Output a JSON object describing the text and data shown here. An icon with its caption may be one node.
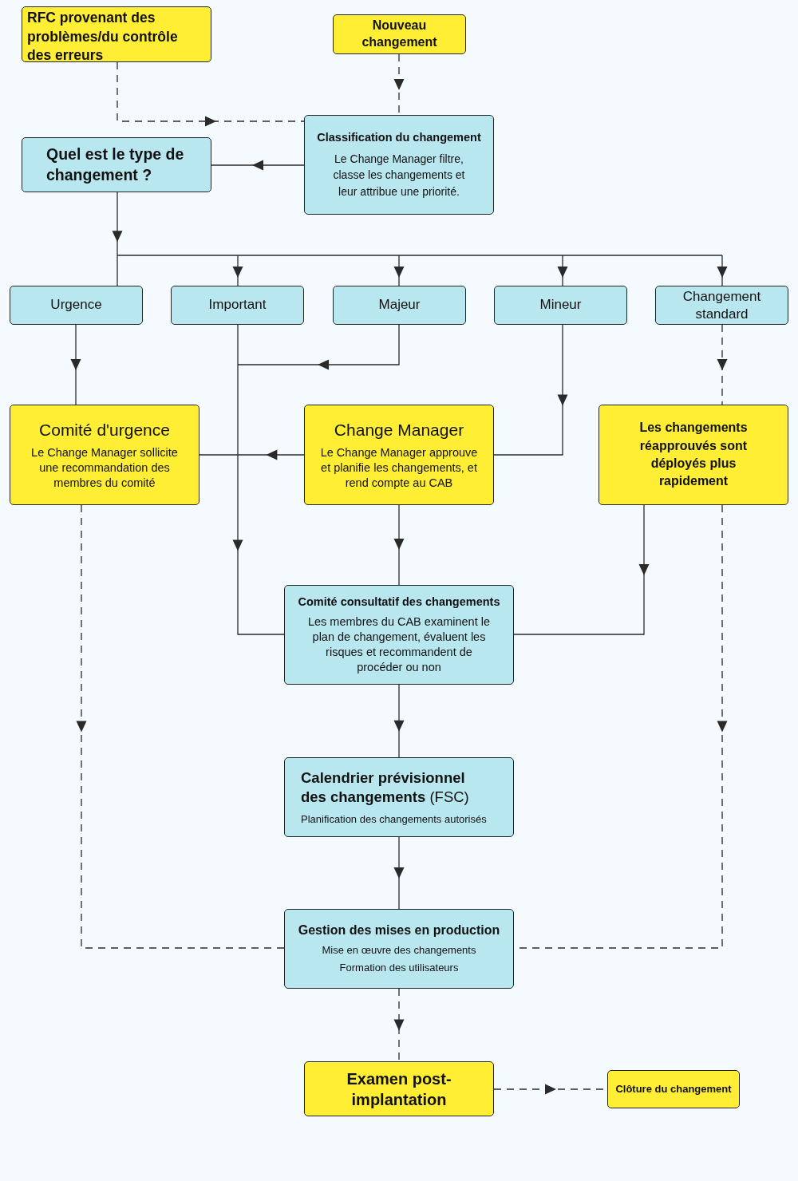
{
  "diagram": {
    "nodes": [
      {
        "text": [
          "RFC provenant des problèmes/du contrôle des erreurs"
        ]
      },
      {
        "text": [
          "Nouveau changement"
        ]
      },
      {
        "text": [
          "Classification du changement",
          "Le Change Manager filtre, classe les changements et leur attribue une priorité."
        ]
      },
      {
        "text": [
          "Quel est le type de changement ?"
        ]
      },
      {
        "text": [
          "Urgence"
        ]
      },
      {
        "text": [
          "Important"
        ]
      },
      {
        "text": [
          "Majeur"
        ]
      },
      {
        "text": [
          "Mineur"
        ]
      },
      {
        "text": [
          "Changement standard"
        ]
      },
      {
        "text": [
          "Comité d'urgence",
          "Le Change Manager sollicite une recommandation des membres du comité"
        ]
      },
      {
        "text": [
          "Change Manager",
          "Le Change Manager approuve et planifie les changements, et rend compte au CAB"
        ]
      },
      {
        "text": [
          "Les changements réapprouvés sont déployés plus rapidement"
        ]
      },
      {
        "text": [
          "Comité consultatif des changements",
          "Les membres du CAB examinent le plan de changement, évaluent les risques et recommandent de procéder ou non"
        ]
      },
      {
        "text": [
          "**Calendrier prévisionnel des changements** (FSC)",
          "Planification des changements autorisés"
        ]
      },
      {
        "text": [
          "Gestion des mises en production",
          "Mise en œuvre des changements",
          "Formation des utilisateurs"
        ]
      },
      {
        "text": [
          "Examen post-implantation"
        ]
      },
      {
        "text": [
          "Clôture du changement"
        ]
      }
    ],
    "edges": [
      {
        "from": 0,
        "to": 2,
        "arrow": "to",
        "style": "dashed"
      },
      {
        "from": 1,
        "to": 2,
        "arrow": "to",
        "style": "dashed"
      },
      {
        "from": 2,
        "to": 3,
        "arrow": "to"
      },
      {
        "from": 3,
        "to": 4,
        "arrow": "to"
      },
      {
        "from": 3,
        "to": 5,
        "arrow": "to"
      },
      {
        "from": 3,
        "to": 6,
        "arrow": "to"
      },
      {
        "from": 3,
        "to": 7,
        "arrow": "to"
      },
      {
        "from": 3,
        "to": 8,
        "arrow": "to"
      },
      {
        "from": 4,
        "to": 9,
        "arrow": "to"
      },
      {
        "from": 5,
        "to": 12,
        "arrow": "to"
      },
      {
        "from": 6,
        "to": 12,
        "arrow": "to"
      },
      {
        "from": 7,
        "to": 10,
        "arrow": "to"
      },
      {
        "from": 8,
        "to": 11,
        "arrow": "to",
        "style": "dashed"
      },
      {
        "from": 10,
        "to": 9,
        "arrow": "to"
      },
      {
        "from": 10,
        "to": 12,
        "arrow": "to"
      },
      {
        "from": 11,
        "to": 12,
        "arrow": "to"
      },
      {
        "from": 12,
        "to": 13,
        "arrow": "to"
      },
      {
        "from": 13,
        "to": 14,
        "arrow": "to"
      },
      {
        "from": 9,
        "to": 14,
        "arrow": "to",
        "style": "dashed"
      },
      {
        "from": 11,
        "to": 14,
        "arrow": "to",
        "style": "dashed"
      },
      {
        "from": 14,
        "to": 15,
        "arrow": "to",
        "style": "dashed"
      },
      {
        "from": 15,
        "to": 16,
        "arrow": "to",
        "style": "dashed"
      }
    ]
  }
}
